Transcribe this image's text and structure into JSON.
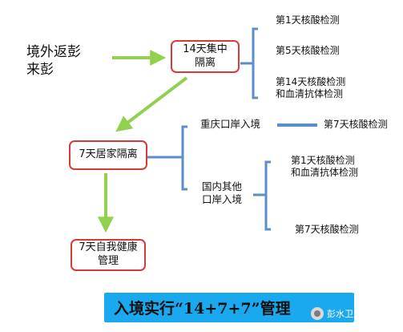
{
  "diagram": {
    "origin_label": [
      "境外返彭",
      "来彭"
    ],
    "quarantine_14": {
      "lines": [
        "14天集中",
        "隔离"
      ],
      "checks": [
        "第1天核酸检测",
        "第5天核酸检测",
        "第14天核酸检测",
        "和血清抗体检测"
      ]
    },
    "home_7": {
      "label": "7天居家隔离"
    },
    "branch_chongqing": {
      "label": "重庆口岸入境",
      "check": "第7天核酸检测"
    },
    "branch_other": {
      "lines": [
        "国内其他",
        "口岸入境"
      ],
      "checks": [
        "第1天核酸检测",
        "和血清抗体检测",
        "第7天核酸检测"
      ]
    },
    "self_health_7": {
      "lines": [
        "7天自我健康",
        "管理"
      ]
    },
    "banner": "入境实行“14+7+7”管理",
    "watermark": "彭水卫生健康",
    "colors": {
      "arrow": "#92d050",
      "bracket": "#5b8ec9",
      "box_border": "#d83a3a",
      "banner_bg": "#1aa9ee"
    }
  }
}
